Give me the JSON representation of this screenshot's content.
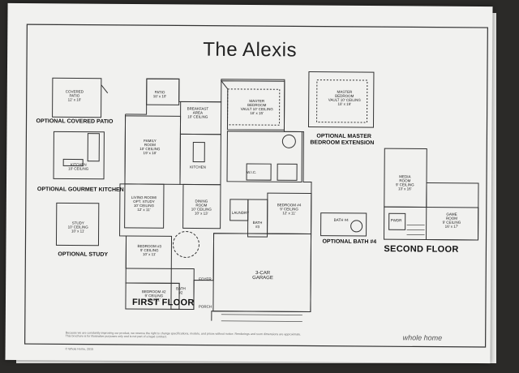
{
  "title": "The Alexis",
  "captions": {
    "covered_patio": "OPTIONAL COVERED PATIO",
    "gourmet_kitchen": "OPTIONAL GOURMET KITCHEN",
    "study": "OPTIONAL STUDY",
    "first_floor": "FIRST FLOOR",
    "master_ext": "OPTIONAL MASTER",
    "master_ext2": "BEDROOM EXTENSION",
    "bath4": "OPTIONAL BATH #4",
    "second_floor": "SECOND FLOOR"
  },
  "rooms": {
    "cp_name": "COVERED",
    "cp_name2": "PATIO",
    "cp_dim": "12' x 10'",
    "gk_name": "KITCHEN",
    "gk_dim": "10' CEILING",
    "st_name": "STUDY",
    "st_dim": "10' CEILING",
    "st_dim2": "10' x 11'",
    "patio_name": "PATIO",
    "patio_dim": "18' x 10'",
    "bk_name": "BREAKFAST",
    "bk_name2": "AREA",
    "bk_dim": "10' CEILING",
    "mb_name": "MASTER",
    "mb_name2": "BEDROOM",
    "mb_dim": "VAULT 10' CEILING",
    "mb_dim2": "18' x 15'",
    "mbx_name": "MASTER",
    "mbx_name2": "BEDROOM",
    "mbx_dim": "VAULT 10' CEILING",
    "mbx_dim2": "18' x 19'",
    "fr_name": "FAMILY",
    "fr_name2": "ROOM",
    "fr_dim": "10' CEILING",
    "fr_dim2": "19' x 18'",
    "k_name": "KITCHEN",
    "lr_name": "LIVING ROOM/",
    "lr_name2": "OPT. STUDY",
    "lr_dim": "10' CEILING",
    "lr_dim2": "12' x 11'",
    "dr_name": "DINING",
    "dr_name2": "ROOM",
    "dr_dim": "10' CEILING",
    "dr_dim2": "10' x 13'",
    "b4_name": "BEDROOM #4",
    "b4_dim": "9' CEILING",
    "b4_dim2": "12' x 11'",
    "b3_name": "BEDROOM #3",
    "b3_dim": "9' CEILING",
    "b3_dim2": "10' x 11'",
    "b2_name": "BEDROOM #2",
    "b2_dim": "9' CEILING",
    "b2_dim2": "12' x 11'",
    "bath_name": "BATH",
    "bath_num": "#2",
    "bath3_name": "BATH",
    "bath3_num": "#3",
    "laundry": "LAUNDRY",
    "foyer": "FOYER",
    "porch": "PORCH",
    "garage_name": "3-CAR",
    "garage_name2": "GARAGE",
    "opt_bath4": "BATH #4",
    "media_name": "MEDIA",
    "media_name2": "ROOM",
    "media_dim": "9' CEILING",
    "media_dim2": "13' x 16'",
    "game_name": "GAME",
    "game_name2": "ROOM",
    "game_dim": "9' CEILING",
    "game_dim2": "16' x 17'",
    "wic": "W.I.C.",
    "pwdr": "PWDR"
  },
  "footer": {
    "line1": "Because we are constantly improving our product, we reserve the right to change specifications, models, and prices without notice. Renderings and room dimensions are approximate.",
    "line2": "This brochure is for illustrative purposes only and is not part of a legal contract.",
    "copyright": "© Whole Home, 2015"
  },
  "logo": "whole home"
}
